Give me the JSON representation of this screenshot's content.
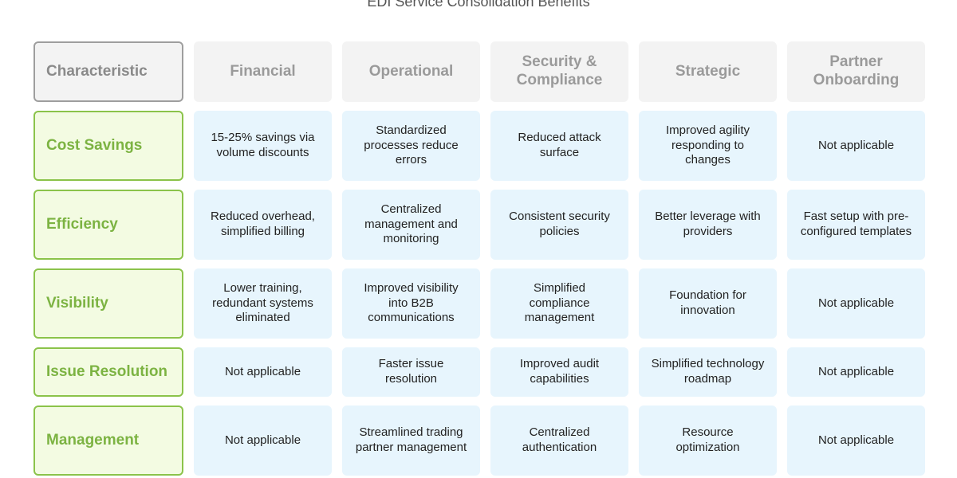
{
  "title": "EDI Service Consolidation Benefits",
  "columns": [
    "Characteristic",
    "Financial",
    "Operational",
    "Security & Compliance",
    "Strategic",
    "Partner Onboarding"
  ],
  "rows": [
    {
      "label": "Cost Savings",
      "cells": [
        "15-25% savings via volume discounts",
        "Standardized processes reduce errors",
        "Reduced attack surface",
        "Improved agility responding to changes",
        "Not applicable"
      ]
    },
    {
      "label": "Efficiency",
      "cells": [
        "Reduced overhead, simplified billing",
        "Centralized management and monitoring",
        "Consistent security policies",
        "Better leverage with providers",
        "Fast setup with pre-configured templates"
      ]
    },
    {
      "label": "Visibility",
      "cells": [
        "Lower training, redundant systems eliminated",
        "Improved visibility into B2B communications",
        "Simplified compliance management",
        "Foundation for innovation",
        "Not applicable"
      ]
    },
    {
      "label": "Issue Resolution",
      "cells": [
        "Not applicable",
        "Faster issue resolution",
        "Improved audit capabilities",
        "Simplified technology roadmap",
        "Not applicable"
      ]
    },
    {
      "label": "Management",
      "cells": [
        "Not applicable",
        "Streamlined trading partner management",
        "Centralized authentication",
        "Resource optimization",
        "Not applicable"
      ]
    }
  ]
}
